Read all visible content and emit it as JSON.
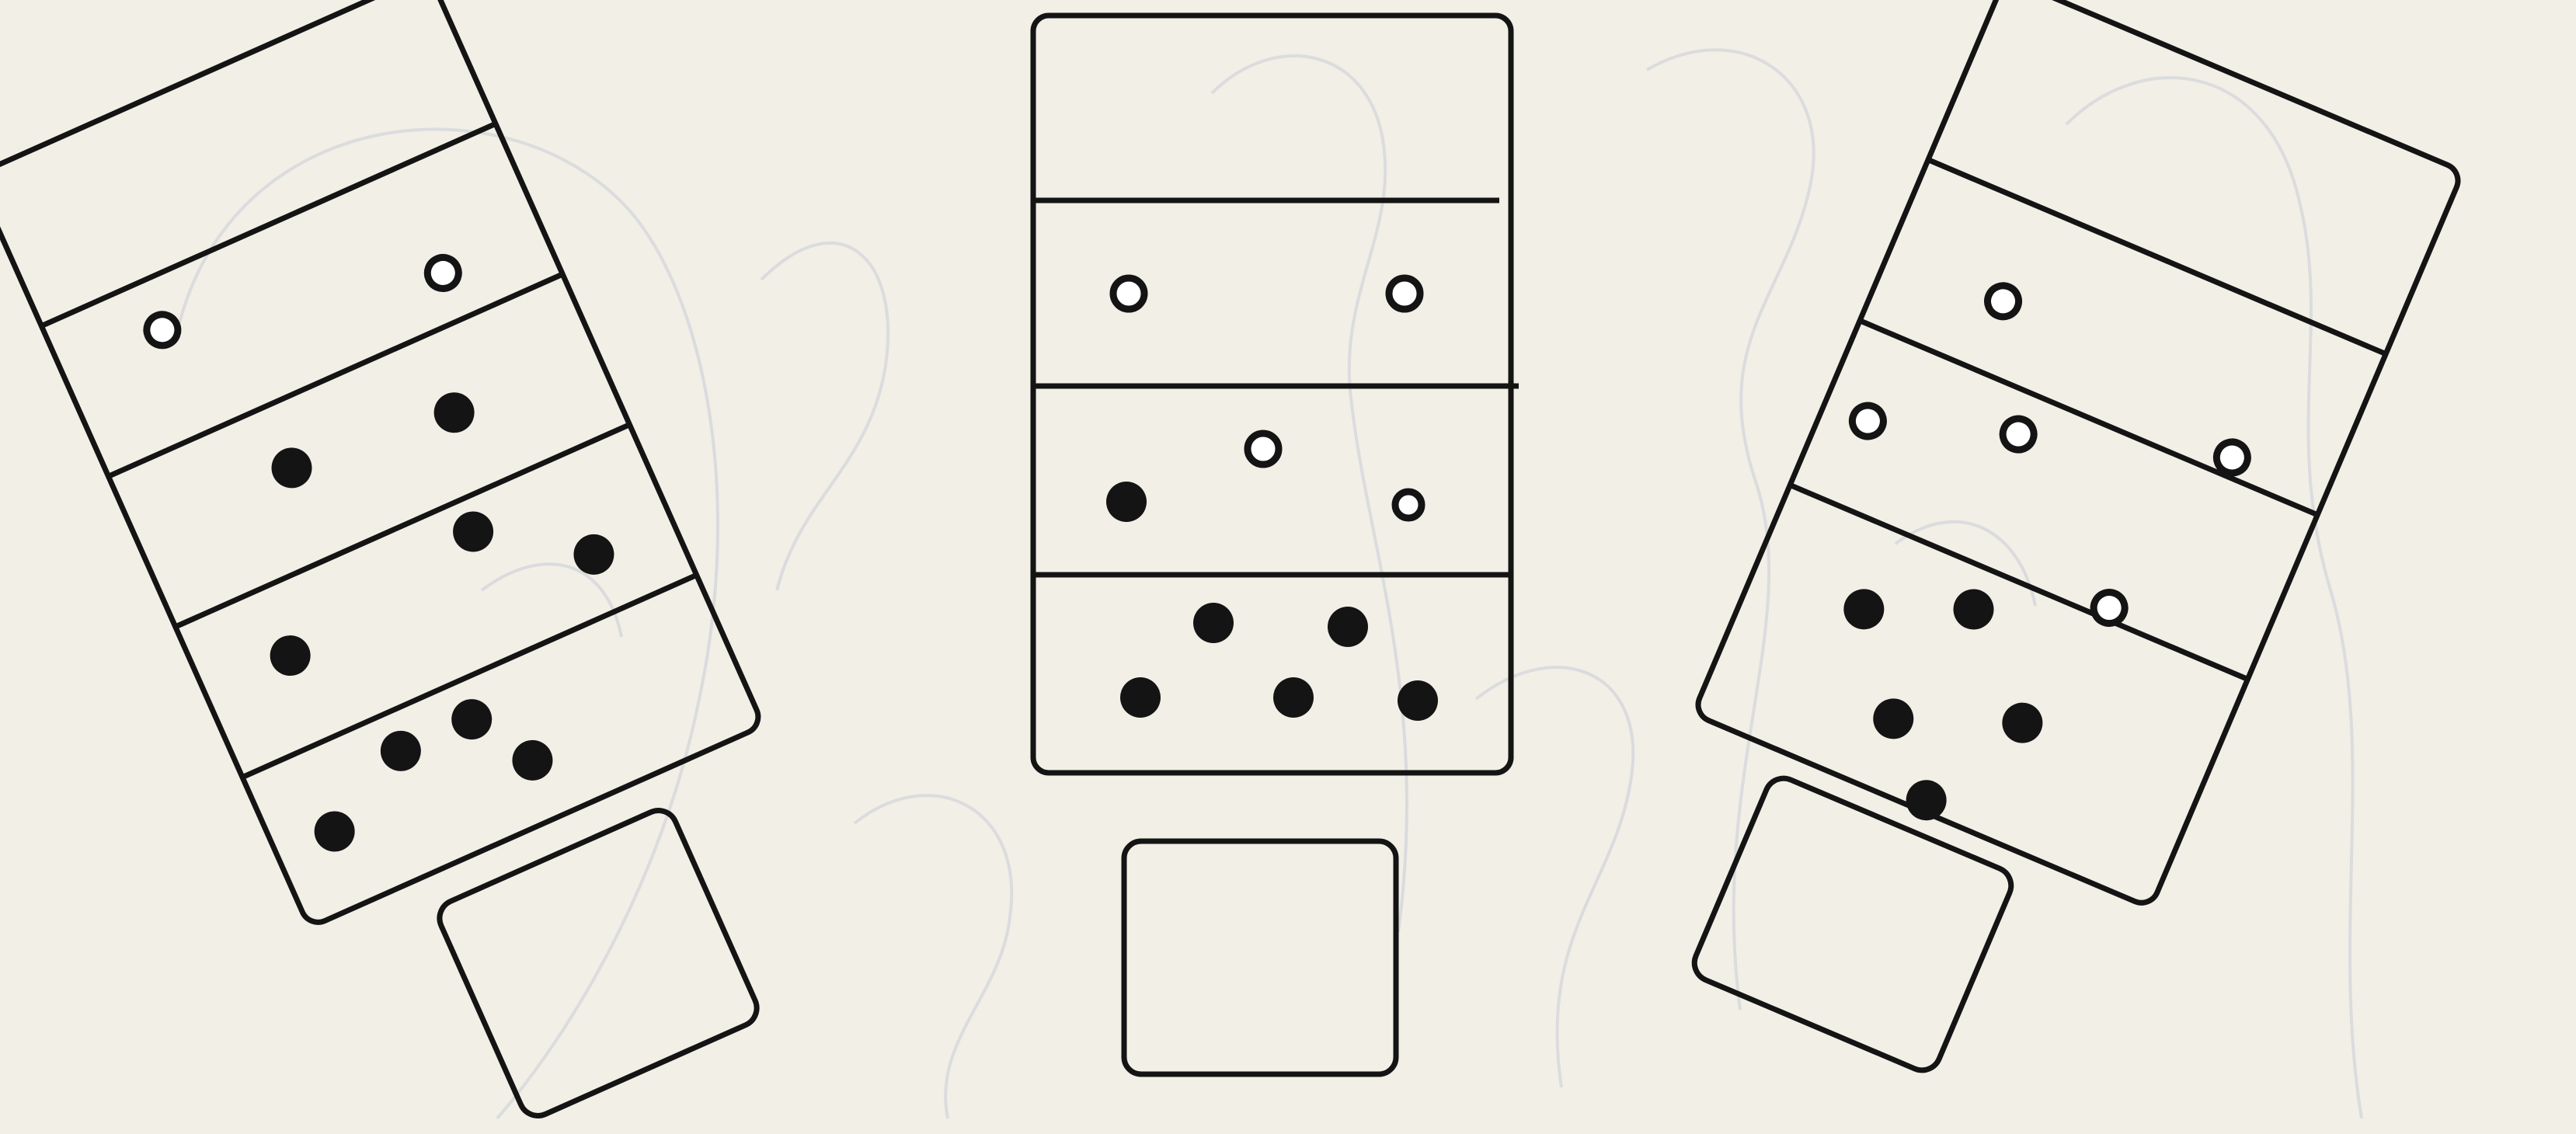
{
  "colors": {
    "paper": "#f1efe6",
    "ink": "#141414",
    "faint_background_sketch": "#c9ccd6"
  },
  "cards": [
    {
      "id": "left",
      "tilt": "counter-clockwise",
      "rows": [
        {
          "open_dots": 0,
          "filled_dots": 0
        },
        {
          "open_dots": 2,
          "filled_dots": 0
        },
        {
          "open_dots": 0,
          "filled_dots": 2
        },
        {
          "open_dots": 0,
          "filled_dots": 3
        },
        {
          "open_dots": 0,
          "filled_dots": 4
        }
      ],
      "answer_box": "empty"
    },
    {
      "id": "middle",
      "tilt": "upright",
      "rows": [
        {
          "open_dots": 0,
          "filled_dots": 0
        },
        {
          "open_dots": 2,
          "filled_dots": 0
        },
        {
          "open_dots": 2,
          "filled_dots": 1
        },
        {
          "open_dots": 0,
          "filled_dots": 5
        }
      ],
      "answer_box": "empty"
    },
    {
      "id": "right",
      "tilt": "clockwise",
      "rows": [
        {
          "open_dots": 0,
          "filled_dots": 0
        },
        {
          "open_dots": 1,
          "filled_dots": 0
        },
        {
          "open_dots": 3,
          "filled_dots": 0
        },
        {
          "open_dots": 1,
          "filled_dots": 5
        }
      ],
      "answer_box": "empty"
    }
  ]
}
